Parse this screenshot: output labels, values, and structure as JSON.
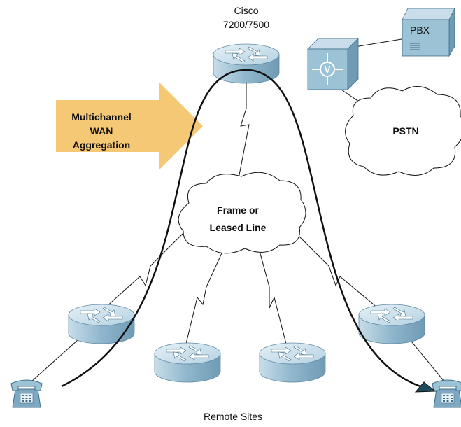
{
  "diagram": {
    "hub_router": {
      "label_line1": "Cisco",
      "label_line2": "7200/7500"
    },
    "pbx": {
      "label": "PBX"
    },
    "voice_switch": {
      "glyph": "V"
    },
    "pstn": {
      "label": "PSTN"
    },
    "aggregation": {
      "line1": "Multichannel",
      "line2": "WAN",
      "line3": "Aggregation"
    },
    "wan_cloud": {
      "line1": "Frame or",
      "line2": "Leased Line"
    },
    "remote_sites": {
      "label": "Remote Sites"
    },
    "colors": {
      "router_top": "#cfe2ee",
      "router_side": "#8fb6cc",
      "arrow_fill": "#f5c875",
      "switch_fill": "#9cc2d6",
      "pbx_fill": "#9cc2d6",
      "phone_fill": "#7fa9c2",
      "line": "#111111"
    }
  }
}
